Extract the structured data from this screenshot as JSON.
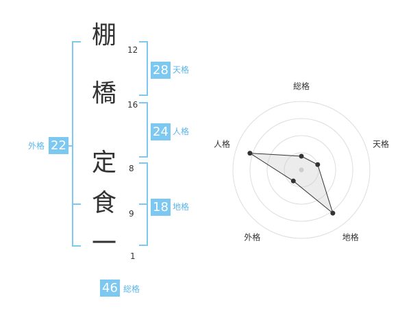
{
  "characters": [
    {
      "char": "棚",
      "strokes": "12"
    },
    {
      "char": "橋",
      "strokes": "16"
    },
    {
      "char": "定",
      "strokes": "8"
    },
    {
      "char": "食",
      "strokes": "9"
    },
    {
      "char": "一",
      "strokes": "1"
    }
  ],
  "kakusu": {
    "tenkaku": {
      "value": "28",
      "label": "天格"
    },
    "jinkaku": {
      "value": "24",
      "label": "人格"
    },
    "chikaku": {
      "value": "18",
      "label": "地格"
    },
    "gaikaku": {
      "value": "22",
      "label": "外格"
    },
    "soukaku": {
      "value": "46",
      "label": "総格"
    }
  },
  "colors": {
    "accent": "#7cc8f0",
    "label": "#5bb6e8",
    "text": "#333333"
  },
  "chart_data": {
    "type": "radar",
    "axes": [
      "総格",
      "天格",
      "地格",
      "外格",
      "人格"
    ],
    "series": [
      {
        "values": [
          0.2,
          0.25,
          0.78,
          0.2,
          0.79
        ]
      }
    ],
    "rings": 4,
    "range": [
      0,
      1
    ]
  }
}
